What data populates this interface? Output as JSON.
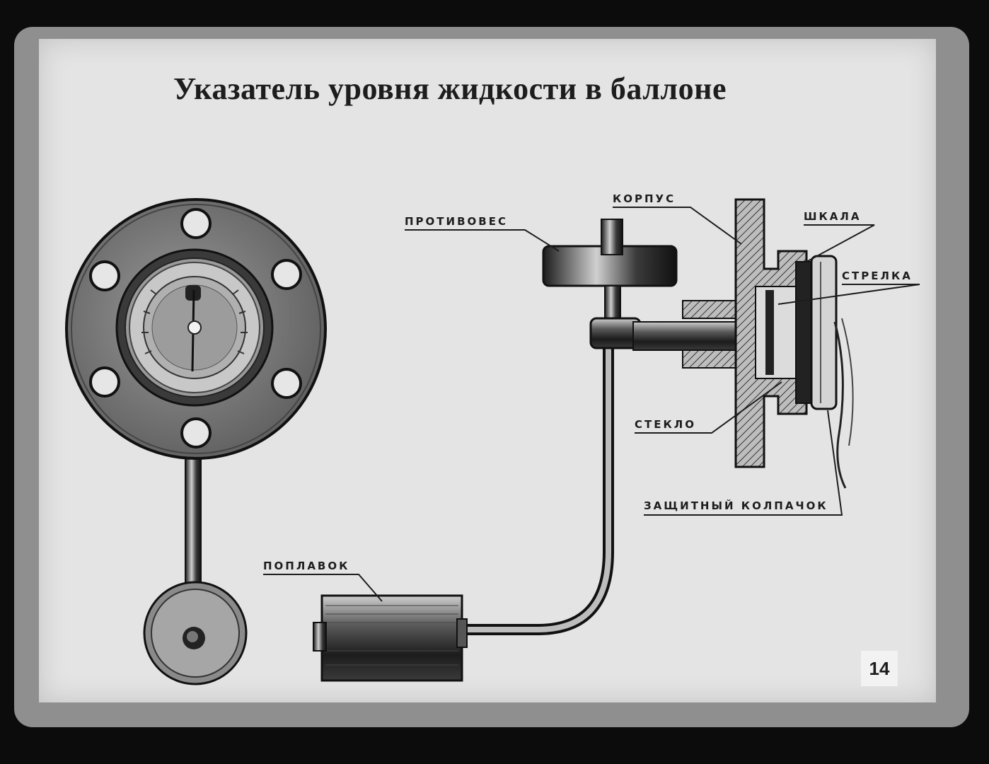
{
  "title": "Указатель уровня жидкости в баллоне",
  "labels": {
    "counterweight": "ПРОТИВОВЕС",
    "housing": "КОРПУС",
    "scale": "ШКАЛА",
    "needle": "СТРЕЛКА",
    "glass": "СТЕКЛО",
    "protective_cap": "ЗАЩИТНЫЙ КОЛПАЧОК",
    "float": "ПОПЛАВОК"
  },
  "page_number": "14"
}
